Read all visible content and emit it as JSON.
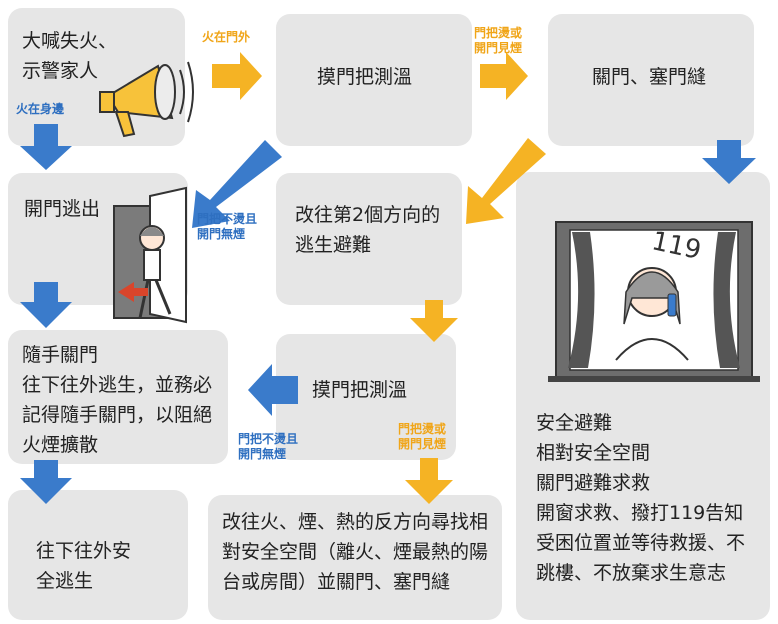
{
  "colors": {
    "box": "#e6e6e6",
    "blue": "#3a7bcb",
    "orange": "#f5b324",
    "blue_text": "#2e6fc0",
    "orange_text": "#f0a518"
  },
  "boxes": {
    "shout": "大喊失火、示警家人",
    "touch_top": "摸門把測溫",
    "close_seal": "關門、塞門縫",
    "open_escape": "開門逃出",
    "change_dir": "改往第2個方向的逃生避難",
    "close_behind": {
      "title": "隨手關門",
      "body": "往下往外逃生，並務必記得隨手關門，以阻絕火煙擴散"
    },
    "touch_mid": "摸門把測溫",
    "go_out": "往下往外安全逃生",
    "opposite": "改往火、煙、熱的反方向尋找相對安全空間（離火、煙最熱的陽台或房間）並關門、塞門縫",
    "safe_refuge": {
      "l1": "安全避難",
      "l2": "相對安全空間",
      "l3": "關門避難求救",
      "l4": "開窗求救、撥打119告知",
      "l5": "受困位置並等待救援、不",
      "l6": "跳樓、不放棄求生意志"
    }
  },
  "labels": {
    "fire_outside": "火在門外",
    "fire_nearby": "火在身邊",
    "hot_smoke_top": "門把燙或開門見煙",
    "not_hot_top": "門把不燙且開門無煙",
    "not_hot_mid": "門把不燙且開門無煙",
    "hot_smoke_mid": "門把燙或開門見煙"
  },
  "illustration_text": {
    "phone_number": "119"
  }
}
